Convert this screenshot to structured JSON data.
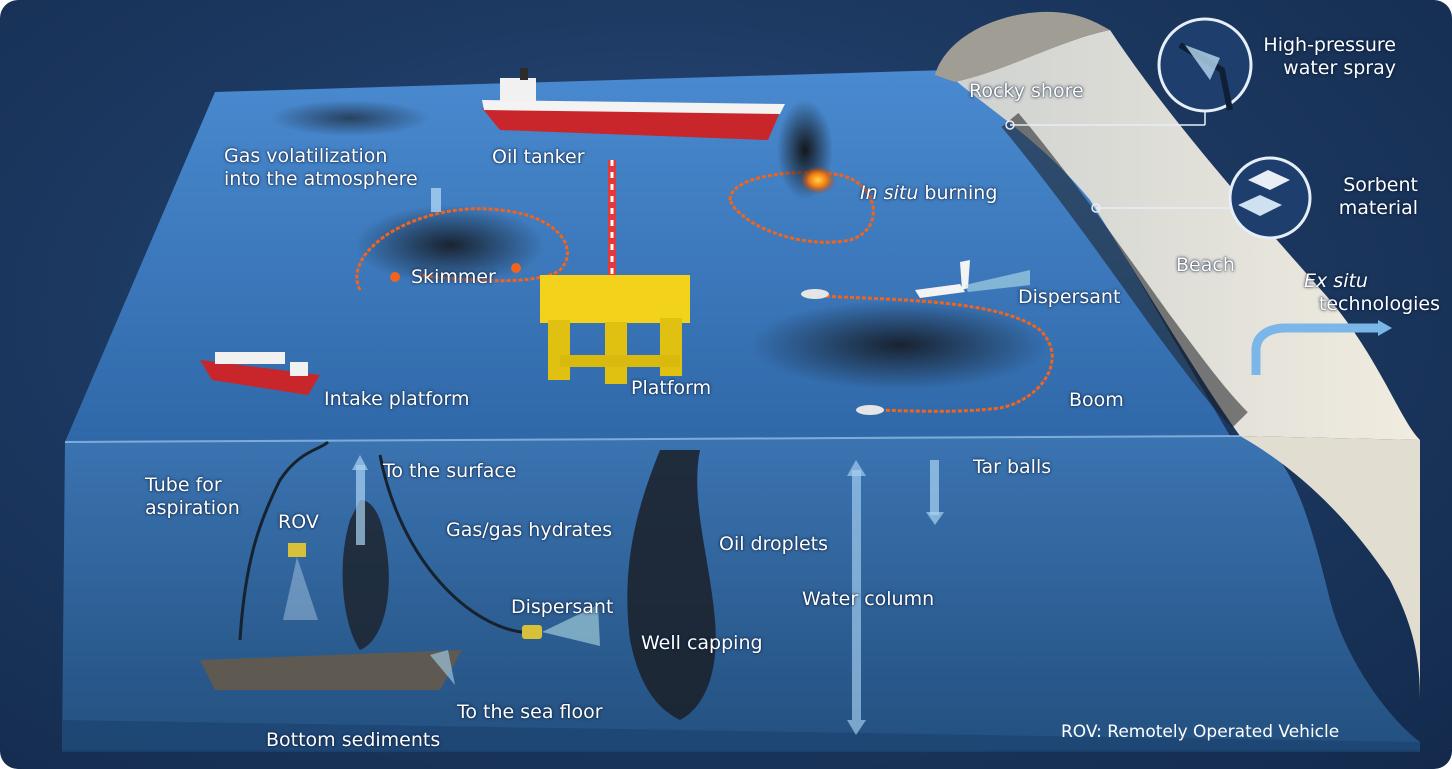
{
  "labels": {
    "gas_volatilization": "Gas volatilization\ninto the atmosphere",
    "oil_tanker": "Oil tanker",
    "in_situ_burning_italic": "In situ",
    "in_situ_burning_rest": " burning",
    "rocky_shore": "Rocky shore",
    "high_pressure": "High-pressure\nwater spray",
    "sorbent": "Sorbent\nmaterial",
    "beach": "Beach",
    "ex_situ_italic": "Ex situ",
    "ex_situ_rest": "technologies",
    "skimmer": "Skimmer",
    "dispersant_surface": "Dispersant",
    "intake_platform": "Intake platform",
    "platform": "Platform",
    "boom": "Boom",
    "tube_for_aspiration": "Tube for\naspiration",
    "to_the_surface": "To the surface",
    "tar_balls": "Tar balls",
    "rov": "ROV",
    "gas_hydrates": "Gas/gas hydrates",
    "oil_droplets": "Oil droplets",
    "dispersant_subsea": "Dispersant",
    "water_column": "Water column",
    "well_capping": "Well capping",
    "to_the_sea_floor": "To the sea floor",
    "bottom_sediments": "Bottom sediments",
    "rov_definition": "ROV: Remotely Operated Vehicle"
  },
  "colors": {
    "background": "#1d3a63",
    "sea_surface": "#3f7fc4",
    "water_column": "#2e5f98",
    "beach_sand": "#e9e4d8",
    "rocky_shore": "#9c9a93",
    "boom_orange": "#f0641e",
    "platform_yellow": "#f2d21a",
    "tanker_red": "#c8262a",
    "oil_slick": "#1a1f26",
    "label_text": "#ffffff"
  }
}
